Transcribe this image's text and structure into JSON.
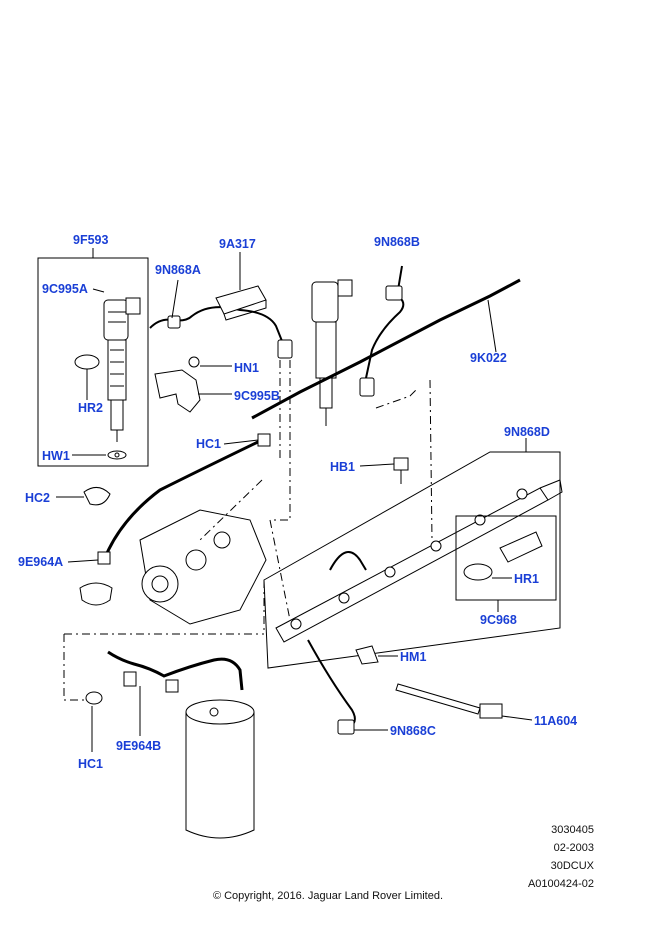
{
  "callouts": {
    "c9F593": "9F593",
    "c9A317": "9A317",
    "c9N868B": "9N868B",
    "c9C995A": "9C995A",
    "c9N868A": "9N868A",
    "cHN1": "HN1",
    "c9C995B": "9C995B",
    "c9K022": "9K022",
    "cHR2": "HR2",
    "cHC1a": "HC1",
    "c9N868D": "9N868D",
    "cHW1": "HW1",
    "cHB1": "HB1",
    "cHC2": "HC2",
    "c9E964A": "9E964A",
    "cHR1": "HR1",
    "c9C968": "9C968",
    "cHM1": "HM1",
    "c11A604": "11A604",
    "c9N868C": "9N868C",
    "c9E964B": "9E964B",
    "cHC1b": "HC1"
  },
  "meta": {
    "line1": "3030405",
    "line2": "02-2003",
    "line3": "30DCUX",
    "line4": "A0100424-02"
  },
  "copyright": "© Copyright, 2016. Jaguar Land Rover Limited.",
  "colors": {
    "callout": "#1a3fd6",
    "line": "#000000"
  }
}
